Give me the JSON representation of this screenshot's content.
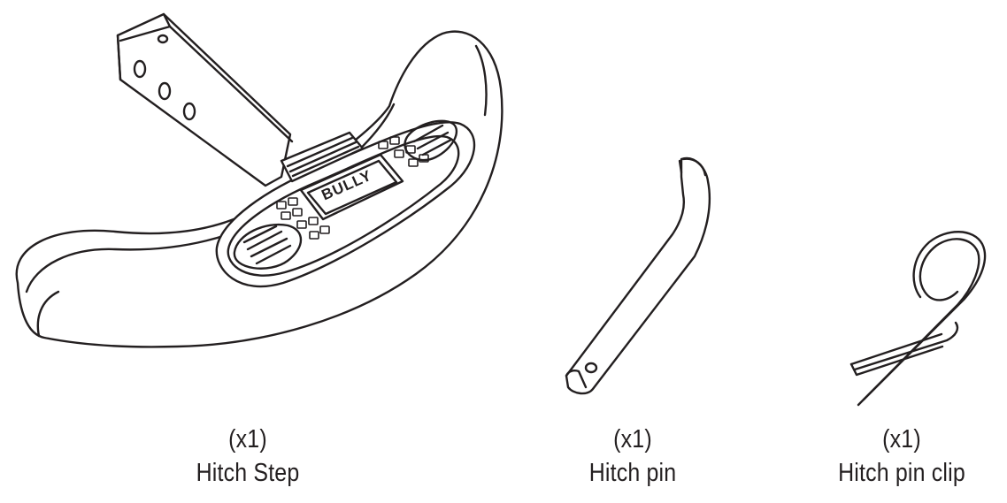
{
  "parts": [
    {
      "quantity": "(x1)",
      "name": "Hitch Step",
      "logo_text": "BULLY",
      "icon": "hitch-step-illustration"
    },
    {
      "quantity": "(x1)",
      "name": "Hitch pin",
      "icon": "hitch-pin-illustration"
    },
    {
      "quantity": "(x1)",
      "name": "Hitch pin clip",
      "icon": "hitch-pin-clip-illustration"
    }
  ],
  "colors": {
    "line": "#231f20",
    "background": "#ffffff"
  }
}
